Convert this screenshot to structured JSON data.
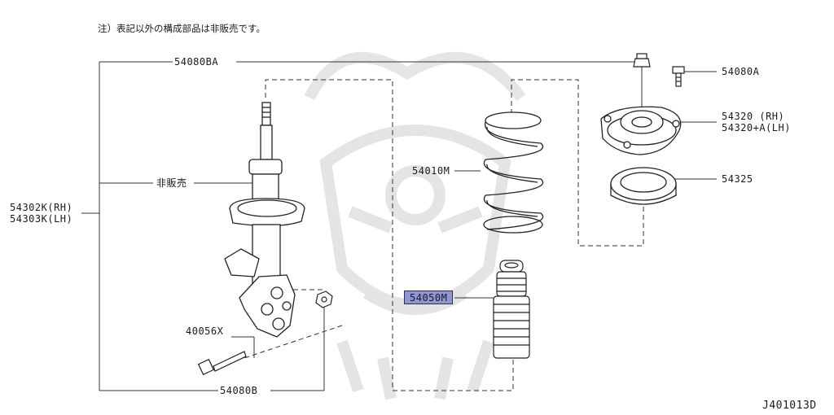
{
  "note": "注）表記以外の構成部品は非販売です。",
  "diagram_code": "J401013D",
  "highlight_color": "#8f95d6",
  "labels": {
    "kit_top": "54080BA",
    "kit_bolt": "54080A",
    "mount_rh": "54320 (RH)",
    "mount_lh": "54320+A(LH)",
    "seat": "54325",
    "spring": "54010M",
    "bumper": "54050M",
    "strut_rh": "54302K(RH)",
    "strut_lh": "54303K(LH)",
    "not_sold": "非販売",
    "bolt": "40056X",
    "kit_bottom": "54080B"
  }
}
